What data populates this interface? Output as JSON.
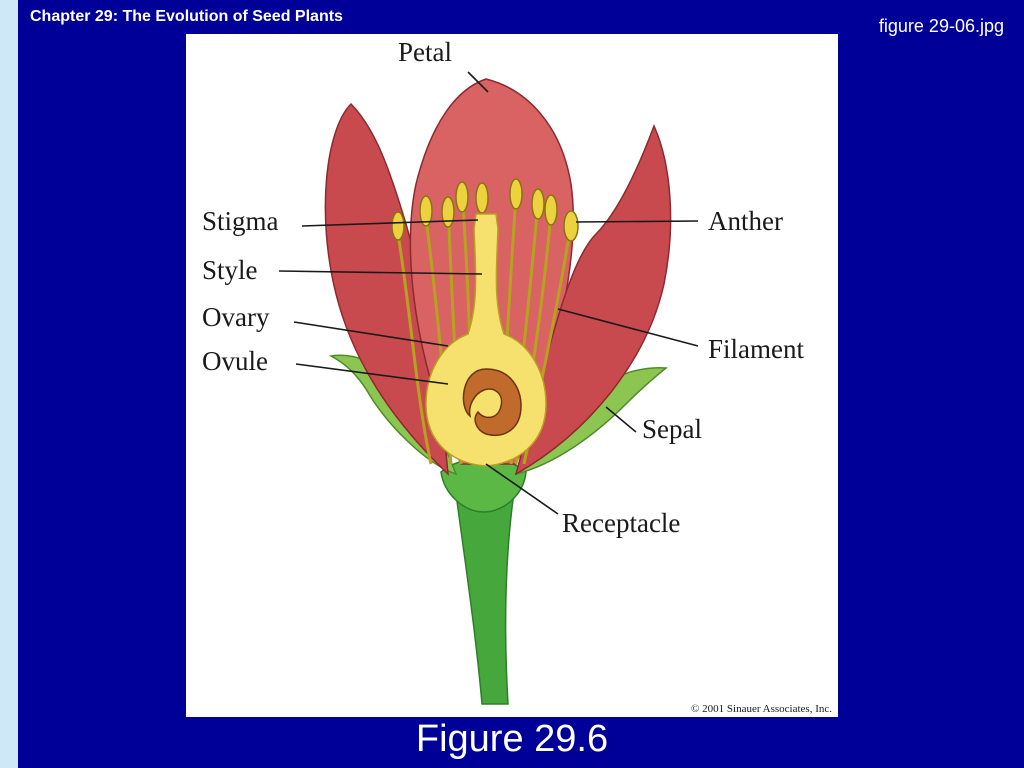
{
  "header": {
    "chapter_title": "Chapter 29: The Evolution of Seed Plants",
    "filename": "figure 29-06.jpg"
  },
  "figure": {
    "labels": {
      "petal": "Petal",
      "stigma": "Stigma",
      "anther": "Anther",
      "style": "Style",
      "ovary": "Ovary",
      "filament": "Filament",
      "ovule": "Ovule",
      "sepal": "Sepal",
      "receptacle": "Receptacle"
    },
    "copyright": "© 2001 Sinauer Associates, Inc."
  },
  "caption": "Figure 29.6",
  "colors": {
    "background": "#000099",
    "stripe": "#cfe8f8",
    "petal": "#d9595a",
    "petal_dark": "#b23a3e",
    "sepal": "#7fbf3f",
    "stem": "#3fa83a",
    "pistil": "#f4e06a",
    "anther": "#e8cf3a",
    "ovule": "#b8652a"
  }
}
